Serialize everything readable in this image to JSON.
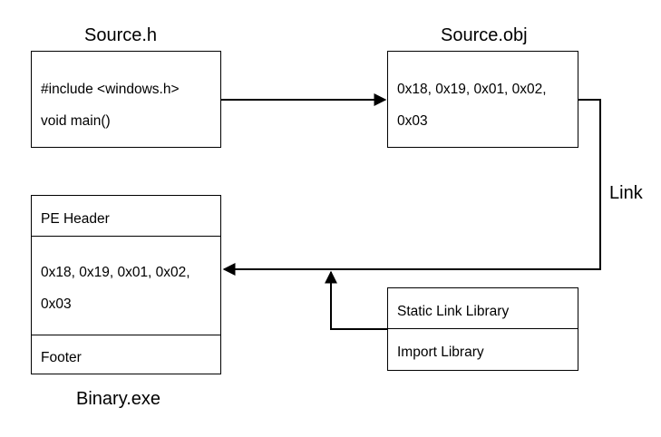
{
  "source_h": {
    "title": "Source.h",
    "line1": "#include <windows.h>",
    "line2": "void main()"
  },
  "source_obj": {
    "title": "Source.obj",
    "line1": "0x18, 0x19, 0x01, 0x02,",
    "line2": "0x03"
  },
  "link_label": "Link",
  "binary_exe": {
    "title": "Binary.exe",
    "header": "PE Header",
    "body_line1": "0x18, 0x19, 0x01, 0x02,",
    "body_line2": "0x03",
    "footer": "Footer"
  },
  "libraries": {
    "static": "Static Link Library",
    "import": "Import Library"
  }
}
